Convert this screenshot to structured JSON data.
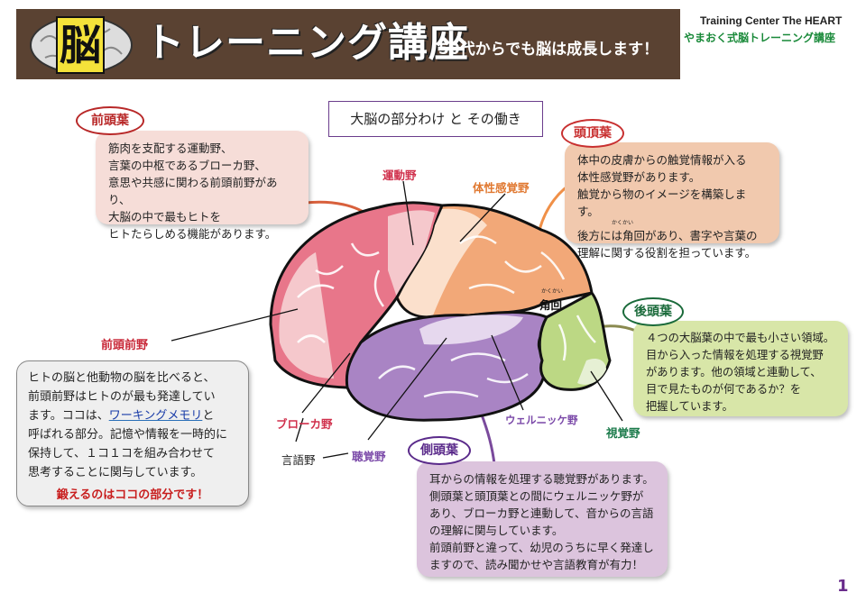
{
  "header": {
    "logo_char": "脳",
    "title": "トレーニング講座",
    "subtitle": "50代からでも脳は成長します！",
    "org_en": "Training Center The HEART",
    "org_jp": "やまおく式脳トレーニング講座"
  },
  "diagram_title": "大脳の部分わけ と その働き",
  "frontal": {
    "tag": "前頭葉",
    "lines": [
      "筋肉を支配する運動野、",
      "言葉の中枢であるブローカ野、",
      "意思や共感に関わる前頭前野があり、",
      "大脳の中で最もヒトを",
      "ヒトたらしめる機能があります。"
    ]
  },
  "parietal": {
    "tag": "頭頂葉",
    "lines": [
      "体中の皮膚からの触覚情報が入る",
      "体性感覚野があります。",
      "触覚から物のイメージを構築します。",
      "後方には角回があり、書字や言葉の",
      "理解に関する役割を担っています。"
    ],
    "ruby": "かくかい"
  },
  "occipital": {
    "tag": "後頭葉",
    "lines": [
      "４つの大脳葉の中で最も小さい領域。",
      "目から入った情報を処理する視覚野",
      "があります。他の領域と連動して、",
      "目で見たものが何であるか？を",
      "把握しています。"
    ]
  },
  "temporal": {
    "tag": "側頭葉",
    "lines": [
      "耳からの情報を処理する聴覚野があります。",
      "側頭葉と頭頂葉との間にウェルニッケ野が",
      "あり、ブローカ野と連動して、音からの言語",
      "の理解に関与しています。",
      "前頭前野と違って、幼児のうちに早く発達し",
      "ますので、読み聞かせや言語教育が有力！"
    ]
  },
  "prefrontal": {
    "line1": "ヒトの脳と他動物の脳を比べると、",
    "line2": "前頭前野はヒトのが最も発達してい",
    "line3a": "ます。ココは、",
    "link": "ワーキングメモリ",
    "line3b": "と",
    "line4": "呼ばれる部分。記憶や情報を一時的に",
    "line5": "保持して、１コ１コを組み合わせて",
    "line6": "思考することに関与しています。",
    "emphasis": "鍛えるのはココの部分です！"
  },
  "labels": {
    "motor": "運動野",
    "somatosensory": "体性感覚野",
    "angular": "角回",
    "angular_ruby": "かくかい",
    "prefrontal": "前頭前野",
    "broca": "ブローカ野",
    "language": "言語野",
    "auditory": "聴覚野",
    "wernicke": "ウェルニッケ野",
    "visual": "視覚野"
  },
  "colors": {
    "banner": "#5a4232",
    "frontal": "#e06078",
    "parietal": "#f0a878",
    "temporal": "#a880c0",
    "occipital": "#b8d878"
  },
  "page_number": "1"
}
